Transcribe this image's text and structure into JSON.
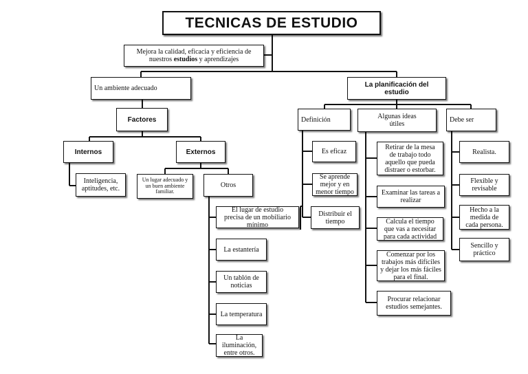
{
  "title": "TECNICAS DE ESTUDIO",
  "intro": {
    "before": "Mejora la calidad, eficacia y eficiencia de\nnuestros ",
    "bold": "estudios",
    "after": " y aprendizajes"
  },
  "ambiente": {
    "label": "Un ambiente adecuado",
    "factores": "Factores",
    "internos": "Internos",
    "internos_item": "Inteligencia,\naptitudes, etc.",
    "externos": "Externos",
    "externos_item": "Un lugar adecuado  y\nun buen ambiente\nfamiliar.",
    "otros": "Otros",
    "otros_items": [
      "El lugar de estudio\nprecisa de un mobiliario\nmínimo",
      "La estantería",
      "Un tablón de\nnoticias",
      "La temperatura",
      "La iluminación,\nentre otros."
    ]
  },
  "planificacion": {
    "label": "La planificación del\nestudio",
    "definicion": "Definición",
    "definicion_items": [
      "Es eficaz",
      "Se aprende\nmejor y en\nmenor tiempo",
      "Distribuir el\ntiempo"
    ],
    "ideas": "Algunas ideas\nútiles",
    "ideas_items": [
      "Retirar de la mesa\nde trabajo todo\naquello que pueda\ndistraer o estorbar.",
      "Examinar las tareas  a\nrealizar",
      "Calcula el tiempo\nque vas a necesitar\npara cada actividad",
      "Comenzar por los\ntrabajos más difíciles\ny dejar los más  fáciles\npara el final.",
      "Procurar relacionar\nestudios semejantes."
    ],
    "debe_ser": "Debe ser",
    "debe_ser_items": [
      "Realista.",
      "Flexible y\nrevisable",
      "Hecho a la\nmedida de\ncada persona.",
      "Sencillo y\npráctico"
    ]
  }
}
